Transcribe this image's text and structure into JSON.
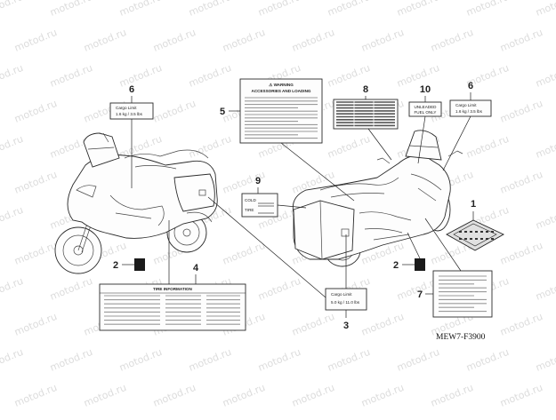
{
  "watermark": "motod.ru",
  "part_code": "MEW7-F3900",
  "callouts": [
    "1",
    "2",
    "2",
    "3",
    "4",
    "5",
    "6",
    "6",
    "7",
    "8",
    "9",
    "10"
  ],
  "labels": {
    "warning_heading": "⚠ WARNING",
    "warning_subheading": "ACCESSORIES AND LOADING",
    "cargo_limit": "Cargo Limit",
    "cargo_value_a": "1.6 kg / 3.5 lbs",
    "cargo_value_b": "1.6 kg / 3.5 lbs",
    "cargo_value_c": "5.0 kg / 11.0 lbs",
    "unleaded_a": "UNLEADED",
    "unleaded_b": "FUEL ONLY",
    "tire_title": "TIRE INFORMATION",
    "tire_row_1": "COLD",
    "tire_row_2": "TIRE"
  }
}
